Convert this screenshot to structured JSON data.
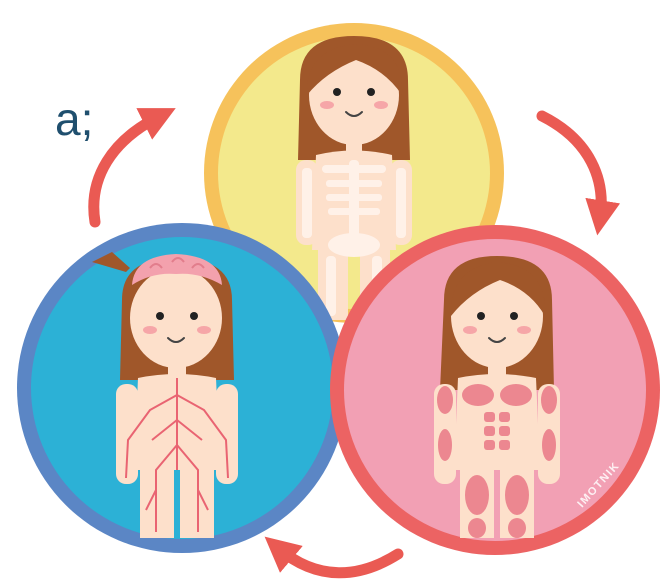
{
  "text_fragment": "a;",
  "watermark": "IMOTNIK",
  "panels": [
    {
      "name": "skeleton",
      "circle_fill": "#f3e98c",
      "ring": "#f6c25b"
    },
    {
      "name": "nervous",
      "circle_fill": "#2cb1d6",
      "ring": "#5b86c5"
    },
    {
      "name": "muscular",
      "circle_fill": "#f2a0b4",
      "ring": "#ec6363"
    }
  ],
  "colors": {
    "hair": "#a0572a",
    "skin": "#fde0cb",
    "bone": "#fff1e8",
    "arrow": "#ea5a53",
    "brain": "#f3a1ad",
    "muscle": "#ec8790",
    "nerve": "#e96472",
    "text": "#1f4f6e"
  }
}
